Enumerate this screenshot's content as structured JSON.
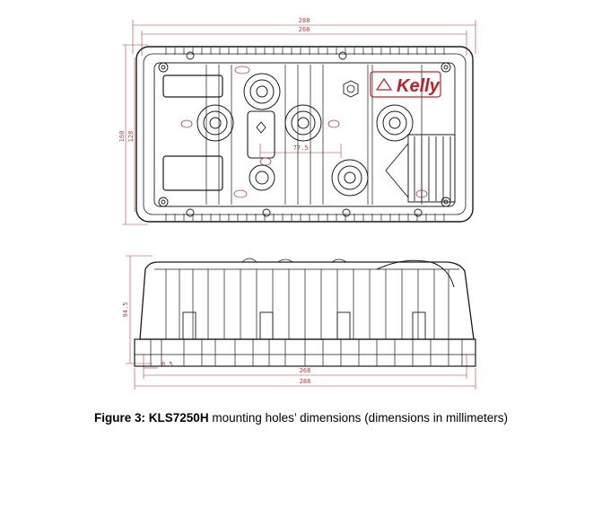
{
  "top_view": {
    "overall_width": "288",
    "hole_spacing_width": "268",
    "overall_height": "160",
    "hole_spacing_height": "128",
    "center_offset": "77.5",
    "logo_text": "Kelly"
  },
  "side_view": {
    "height": "94.5",
    "hole_spacing_width": "268",
    "overall_width": "288",
    "flange": "8.5"
  },
  "caption": {
    "label": "Figure 3:",
    "model": "KLS7250H",
    "text": "mounting holes’ dimensions (dimensions in millimeters)"
  },
  "colors": {
    "line": "#1a1a1a",
    "dimension": "#b04040",
    "logo": "#c0202a"
  }
}
